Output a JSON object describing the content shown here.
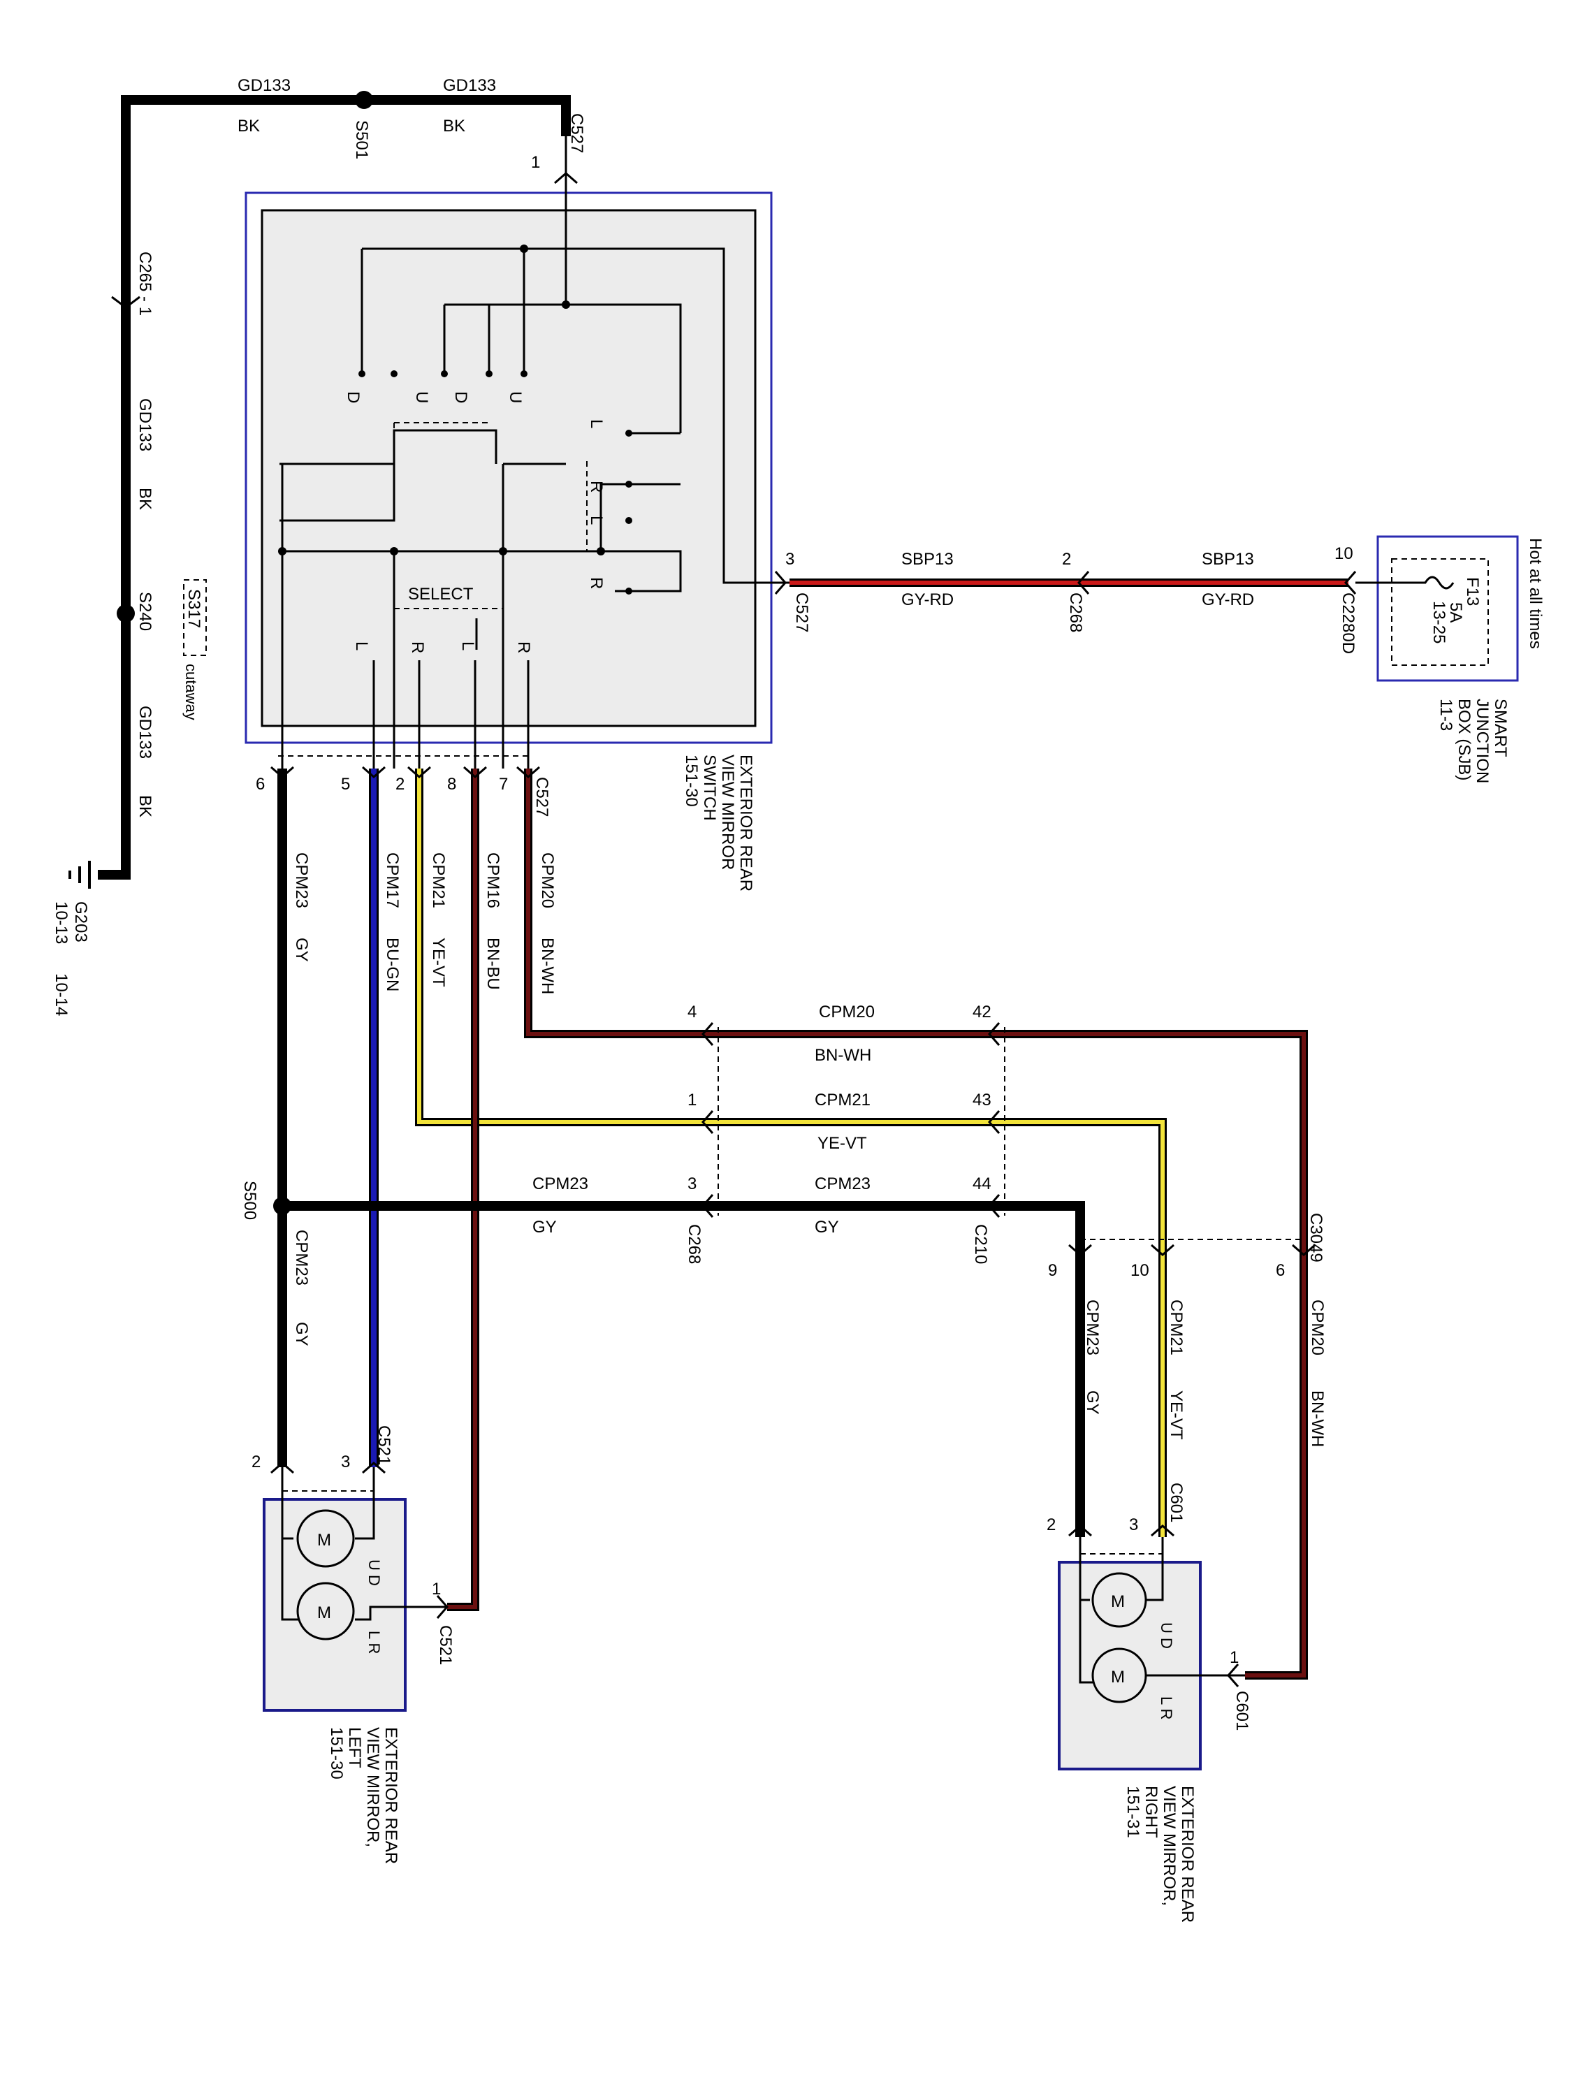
{
  "ground_circuit": {
    "wire_a": "GD133",
    "color_a": "BK",
    "splice_top": "S501",
    "wire_b": "GD133",
    "color_b": "BK",
    "inline_connector": "C265 - 1",
    "wire_c": "GD133",
    "color_c": "BK",
    "splice_mid": "S240",
    "splice_ref": "S317",
    "cutaway": "cutaway",
    "wire_d": "GD133",
    "color_d": "BK",
    "ground": "G203",
    "ground_ref_a": "10-13",
    "ground_ref_b": "10-14"
  },
  "switch": {
    "ground_conn": "C527",
    "ground_pin": "1",
    "name_lines": [
      "EXTERIOR REAR",
      "VIEW MIRROR",
      "SWITCH",
      "151-30"
    ],
    "select_label": "SELECT",
    "contact_labels": [
      "D",
      "U",
      "D",
      "U",
      "L",
      "R",
      "L",
      "R",
      "L",
      "R",
      "L",
      "R"
    ],
    "power_pin": "3",
    "power_conn": "C527",
    "bottom_pins": [
      "6",
      "5",
      "2",
      "8",
      "7"
    ],
    "bottom_conn": "C527"
  },
  "power_feed": {
    "wire": "SBP13",
    "color": "GY-RD",
    "inline_pin": "2",
    "inline_conn": "C268",
    "wire2": "SBP13",
    "color2": "GY-RD",
    "sjb_pin": "10",
    "sjb_conn": "C2280D",
    "hot_label": "Hot at all times",
    "fuse": "F13",
    "fuse_rating": "5A",
    "fuse_ref": "13-25",
    "sjb_name": [
      "SMART",
      "JUNCTION",
      "BOX (SJB)",
      "11-3"
    ]
  },
  "vertical_wires": [
    {
      "circuit": "CPM23",
      "color": "GY"
    },
    {
      "circuit": "CPM17",
      "color": "BU-GN"
    },
    {
      "circuit": "CPM21",
      "color": "YE-VT"
    },
    {
      "circuit": "CPM16",
      "color": "BN-BU"
    },
    {
      "circuit": "CPM20",
      "color": "BN-WH"
    }
  ],
  "door_harness": {
    "c268_pins": [
      "4",
      "1",
      "3"
    ],
    "c268": "C268",
    "c210_pins": [
      "42",
      "43",
      "44"
    ],
    "c210": "C210",
    "row1_wire": "CPM20",
    "row1_color": "BN-WH",
    "row2_wire": "CPM21",
    "row2_color": "YE-VT",
    "row3_wire_left": "CPM23",
    "row3_color_left": "GY",
    "row3_wire_right": "CPM23",
    "row3_color_right": "GY",
    "splice": "S500",
    "s500_wire": "CPM23",
    "s500_color": "GY"
  },
  "left_mirror": {
    "conn_top": "C521",
    "pin_a": "2",
    "pin_b": "3",
    "pin_c": "1",
    "conn_side": "C521",
    "motor_ud": "U D",
    "motor_lr": "L R",
    "name_lines": [
      "EXTERIOR REAR",
      "VIEW MIRROR,",
      "LEFT",
      "151-30"
    ]
  },
  "right_mirror": {
    "c3049": "C3049",
    "c3049_pins": [
      "9",
      "10",
      "6"
    ],
    "wire_a": "CPM23",
    "color_a": "GY",
    "wire_b": "CPM21",
    "color_b": "YE-VT",
    "wire_c": "CPM20",
    "color_c": "BN-WH",
    "conn_top": "C601",
    "pin_a": "2",
    "pin_b": "3",
    "pin_c": "1",
    "conn_side": "C601",
    "motor_ud": "U D",
    "motor_lr": "L R",
    "name_lines": [
      "EXTERIOR REAR",
      "VIEW MIRROR,",
      "RIGHT",
      "151-31"
    ]
  },
  "colors": {
    "black": "#000000",
    "red": "#cc1a1a",
    "blue": "#1a1ab4",
    "yellow": "#f2e33a",
    "brown": "#6b1010",
    "box_fill": "#ececec",
    "box_border": "#2a2ab0"
  }
}
